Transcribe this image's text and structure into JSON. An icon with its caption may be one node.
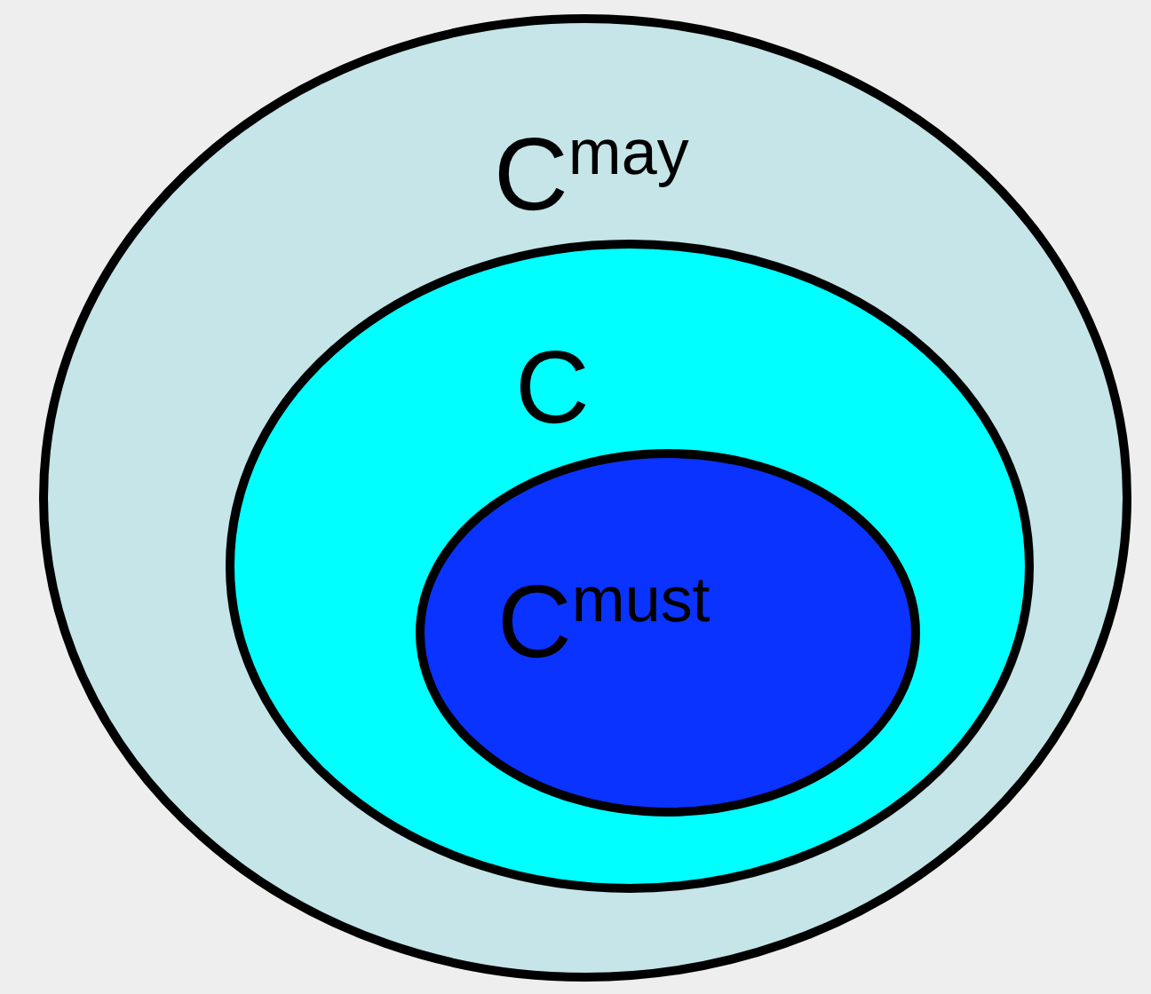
{
  "diagram": {
    "nodes": [
      {
        "text": [
          "C$^{may}$"
        ]
      },
      {
        "text": [
          "C"
        ],
        "in": 0
      },
      {
        "text": [
          "C$^{must}$"
        ],
        "in": 1
      }
    ]
  }
}
